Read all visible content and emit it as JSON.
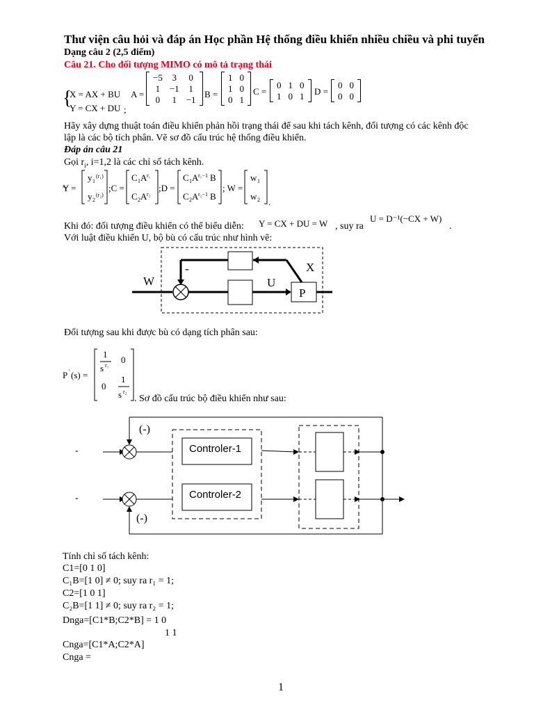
{
  "header": {
    "title": "Thư viện câu hỏi và đáp án Học phần Hệ thống điều khiển nhiều chiều và phi tuyến",
    "section": "Dạng câu 2 (2,5 điểm)",
    "question": "Câu 21. Cho đối tượng MIMO có mô tả trạng thái"
  },
  "system_eq": {
    "line1": "X = AX + BU",
    "line2": "Y = CX + DU",
    "A_label": "A =",
    "A": [
      [
        "−5",
        "3",
        "0"
      ],
      [
        "1",
        "−1",
        "1"
      ],
      [
        "0",
        "1",
        "−1"
      ]
    ],
    "B_label": "B =",
    "B": [
      [
        "1",
        "0"
      ],
      [
        "1",
        "0"
      ],
      [
        "0",
        "1"
      ]
    ],
    "C_label": "C =",
    "C": [
      [
        "0",
        "1",
        "0"
      ],
      [
        "1",
        "0",
        "1"
      ]
    ],
    "D_label": "D =",
    "D": [
      [
        "0",
        "0"
      ],
      [
        "0",
        "0"
      ]
    ]
  },
  "body": {
    "task": "Hãy xây dựng thuật toán điều khiển phản hồi trạng thái để sau khi tách kênh, đối tượng có các kênh độc",
    "task2": "lập là các bộ tích phân. Vẽ sơ đồ cấu trúc hệ thống điều khiển.",
    "answer_heading": "Đáp án câu 21",
    "gọi": "Gọi r",
    "gọi_sub": "i",
    "gọi_rest": ", i=1,2 là các chỉ số tách kênh.",
    "khi_do": "Khi đó: đối tượng điều khiển có thể biểu diễn:",
    "khi_do_eq": "Y = CX + DU = W",
    "suy_ra": ", suy ra",
    "suy_ra_eq": "U = D⁻¹(−CX + W)",
    "voi_luat": "Với luật điều khiển U, bộ bù có cấu trúc như hình vẽ:",
    "doi_tuong_sau": "Đối tượng sau khi được bù có dạng tích phân sau:",
    "so_do": ". Sơ đồ cấu trúc bộ điều khiển như sau:",
    "tinh": "Tính chỉ số tách kênh:",
    "c1": "C1=[0 1 0]",
    "c1b": "C₁B=[1     0] ≠ 0; suy ra r₁ = 1;",
    "c2": "C2=[1 0 1]",
    "c2b": "C₂B=[1 1] ≠ 0; suy ra r₂ = 1;",
    "dnga": "Dnga=[C1*B;C2*B] =  1     0",
    "dnga2": "1     1",
    "cnga": "Cnga=[C1*A;C2*A]",
    "cnga2": "Cnga ="
  },
  "diagram1": {
    "W": "W",
    "U": "U",
    "X": "X",
    "P": "P",
    "minus": "-"
  },
  "diagram2": {
    "ctrl1": "Controler-1",
    "ctrl2": "Controler-2",
    "neg_top": "(-)",
    "neg_bot": "(-)",
    "dash1": "-",
    "dash2": "-"
  },
  "footer": {
    "page_number": "1"
  }
}
